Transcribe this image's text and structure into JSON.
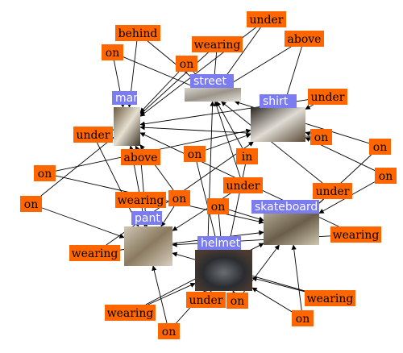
{
  "colors": {
    "relation_box": "#ff6600",
    "object_label": "#7b7bf2",
    "edge": "#000000"
  },
  "objects": [
    {
      "id": "street",
      "label": "street",
      "photo": "street-thumbnail"
    },
    {
      "id": "man",
      "label": "man",
      "photo": "skater-crouching-thumbnail"
    },
    {
      "id": "shirt",
      "label": "shirt",
      "photo": "skater-shirt-thumbnail"
    },
    {
      "id": "pant",
      "label": "pant",
      "photo": "pant-legs-thumbnail"
    },
    {
      "id": "skateboard",
      "label": "skateboard",
      "photo": "skateboard-thumbnail"
    },
    {
      "id": "helmet",
      "label": "helmet",
      "photo": "black-helmet-thumbnail"
    }
  ],
  "relations": [
    {
      "id": "r01",
      "label": "under"
    },
    {
      "id": "r02",
      "label": "behind"
    },
    {
      "id": "r03",
      "label": "wearing"
    },
    {
      "id": "r04",
      "label": "above"
    },
    {
      "id": "r05",
      "label": "on"
    },
    {
      "id": "r06",
      "label": "on"
    },
    {
      "id": "r07",
      "label": "under"
    },
    {
      "id": "r08",
      "label": "under"
    },
    {
      "id": "r09",
      "label": "above"
    },
    {
      "id": "r10",
      "label": "on"
    },
    {
      "id": "r11",
      "label": "on"
    },
    {
      "id": "r12",
      "label": "on"
    },
    {
      "id": "r13",
      "label": "in"
    },
    {
      "id": "r14",
      "label": "on"
    },
    {
      "id": "r15",
      "label": "on"
    },
    {
      "id": "r16",
      "label": "under"
    },
    {
      "id": "r17",
      "label": "on"
    },
    {
      "id": "r18",
      "label": "wearing"
    },
    {
      "id": "r19",
      "label": "on"
    },
    {
      "id": "r20",
      "label": "under"
    },
    {
      "id": "r21",
      "label": "on"
    },
    {
      "id": "r22",
      "label": "wearing"
    },
    {
      "id": "r23",
      "label": "wearing"
    },
    {
      "id": "r24",
      "label": "under"
    },
    {
      "id": "r25",
      "label": "on"
    },
    {
      "id": "r26",
      "label": "wearing"
    },
    {
      "id": "r27",
      "label": "wearing"
    },
    {
      "id": "r28",
      "label": "on"
    },
    {
      "id": "r29",
      "label": "on"
    }
  ],
  "edges": [
    [
      "r02",
      "man"
    ],
    [
      "r02",
      "street"
    ],
    [
      "r01",
      "man"
    ],
    [
      "r01",
      "street"
    ],
    [
      "r05",
      "man"
    ],
    [
      "r05",
      "street"
    ],
    [
      "r06",
      "street"
    ],
    [
      "r06",
      "man"
    ],
    [
      "r03",
      "street"
    ],
    [
      "r03",
      "man"
    ],
    [
      "r04",
      "street"
    ],
    [
      "r04",
      "shirt"
    ],
    [
      "r07",
      "shirt"
    ],
    [
      "r07",
      "man"
    ],
    [
      "r08",
      "man"
    ],
    [
      "r08",
      "pant"
    ],
    [
      "r09",
      "man"
    ],
    [
      "r09",
      "pant"
    ],
    [
      "r10",
      "shirt"
    ],
    [
      "r10",
      "man"
    ],
    [
      "r11",
      "street"
    ],
    [
      "r11",
      "skateboard"
    ],
    [
      "r12",
      "shirt"
    ],
    [
      "r12",
      "helmet"
    ],
    [
      "r13",
      "street"
    ],
    [
      "r13",
      "helmet"
    ],
    [
      "r14",
      "shirt"
    ],
    [
      "r14",
      "skateboard"
    ],
    [
      "r15",
      "shirt"
    ],
    [
      "r15",
      "skateboard"
    ],
    [
      "r16",
      "street"
    ],
    [
      "r16",
      "skateboard"
    ],
    [
      "r17",
      "man"
    ],
    [
      "r17",
      "pant"
    ],
    [
      "r18",
      "man"
    ],
    [
      "r18",
      "pant"
    ],
    [
      "r19",
      "skateboard"
    ],
    [
      "r19",
      "helmet"
    ],
    [
      "r20",
      "pant"
    ],
    [
      "r20",
      "street"
    ],
    [
      "r21",
      "pant"
    ],
    [
      "r21",
      "man"
    ],
    [
      "r22",
      "man"
    ],
    [
      "r22",
      "pant"
    ],
    [
      "r23",
      "skateboard"
    ],
    [
      "r23",
      "shirt"
    ],
    [
      "r24",
      "helmet"
    ],
    [
      "r24",
      "street"
    ],
    [
      "r25",
      "helmet"
    ],
    [
      "r25",
      "skateboard"
    ],
    [
      "r26",
      "helmet"
    ],
    [
      "r26",
      "pant"
    ],
    [
      "r27",
      "skateboard"
    ],
    [
      "r27",
      "helmet"
    ],
    [
      "r28",
      "skateboard"
    ],
    [
      "r28",
      "helmet"
    ],
    [
      "r29",
      "helmet"
    ],
    [
      "r29",
      "pant"
    ]
  ]
}
